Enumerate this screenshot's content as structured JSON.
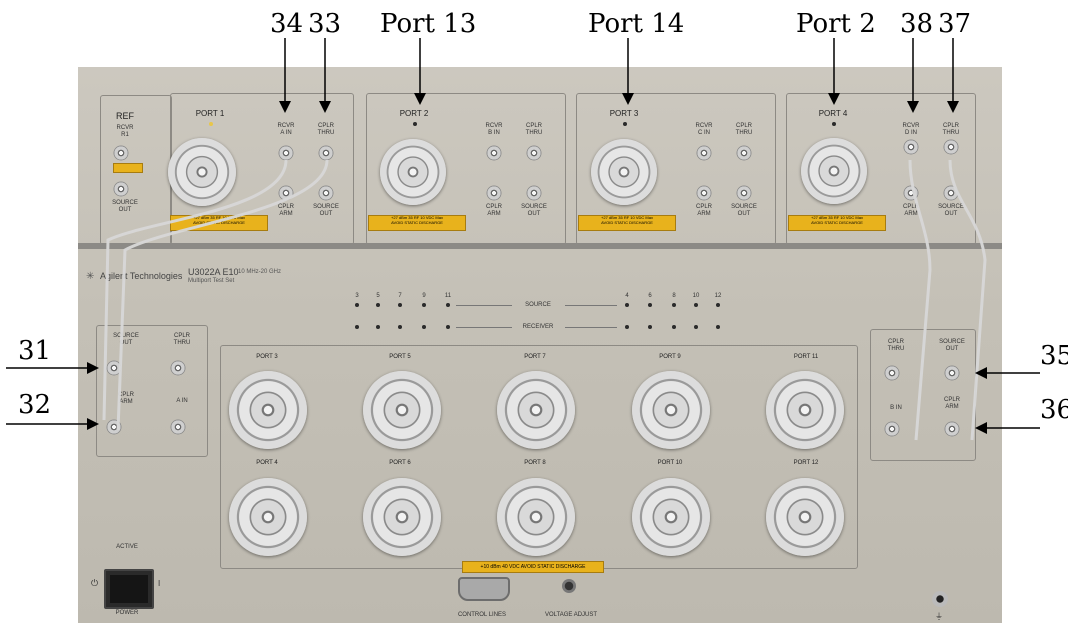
{
  "callouts": {
    "top": [
      "34",
      "33",
      "Port 13",
      "Port 14",
      "Port 2",
      "38",
      "37"
    ],
    "left": [
      "31",
      "32"
    ],
    "right": [
      "35",
      "36"
    ]
  },
  "panel": {
    "ref": {
      "title": "REF",
      "rcvr": "RCVR\nR1",
      "source": "SOURCE\nOUT"
    },
    "port_titles": [
      "PORT 1",
      "PORT 2",
      "PORT 3",
      "PORT 4"
    ],
    "rcvr_labels": [
      "RCVR\nA IN",
      "RCVR\nB IN",
      "RCVR\nC IN",
      "RCVR\nD IN"
    ],
    "cplr_thru": "CPLR\nTHRU",
    "cplr_arm": "CPLR\nARM",
    "source_out": "SOURCE\nOUT",
    "warning": "+27 dBm 35 RF 10 VDC Max\nAVOID STATIC DISCHARGE",
    "brand": "Agilent Technologies",
    "model": "U3022A E10",
    "model_sub": "Multiport Test Set",
    "freq": "10 MHz-20 GHz",
    "source_label": "SOURCE",
    "receiver_label": "RECEIVER",
    "source_numbers": [
      "3",
      "5",
      "7",
      "9",
      "11",
      "4",
      "6",
      "8",
      "10",
      "12"
    ],
    "left_group": {
      "source_out": "SOURCE\nOUT",
      "cplr_thru": "CPLR\nTHRU",
      "cplr_arm": "CPLR\nARM",
      "a_in": "A IN"
    },
    "right_group": {
      "cplr_thru": "CPLR\nTHRU",
      "source_out": "SOURCE\nOUT",
      "b_in": "B IN",
      "cplr_arm": "CPLR\nARM"
    },
    "grid_ports": [
      "PORT 3",
      "PORT 5",
      "PORT 7",
      "PORT 9",
      "PORT 11",
      "PORT 4",
      "PORT 6",
      "PORT 8",
      "PORT 10",
      "PORT 12"
    ],
    "bottom_warning": "+10 dBm 40 VDC AVOID STATIC DISCHARGE",
    "active": "ACTIVE",
    "power": "POWER",
    "control_lines": "CONTROL LINES",
    "voltage_adjust": "VOLTAGE ADJUST"
  }
}
